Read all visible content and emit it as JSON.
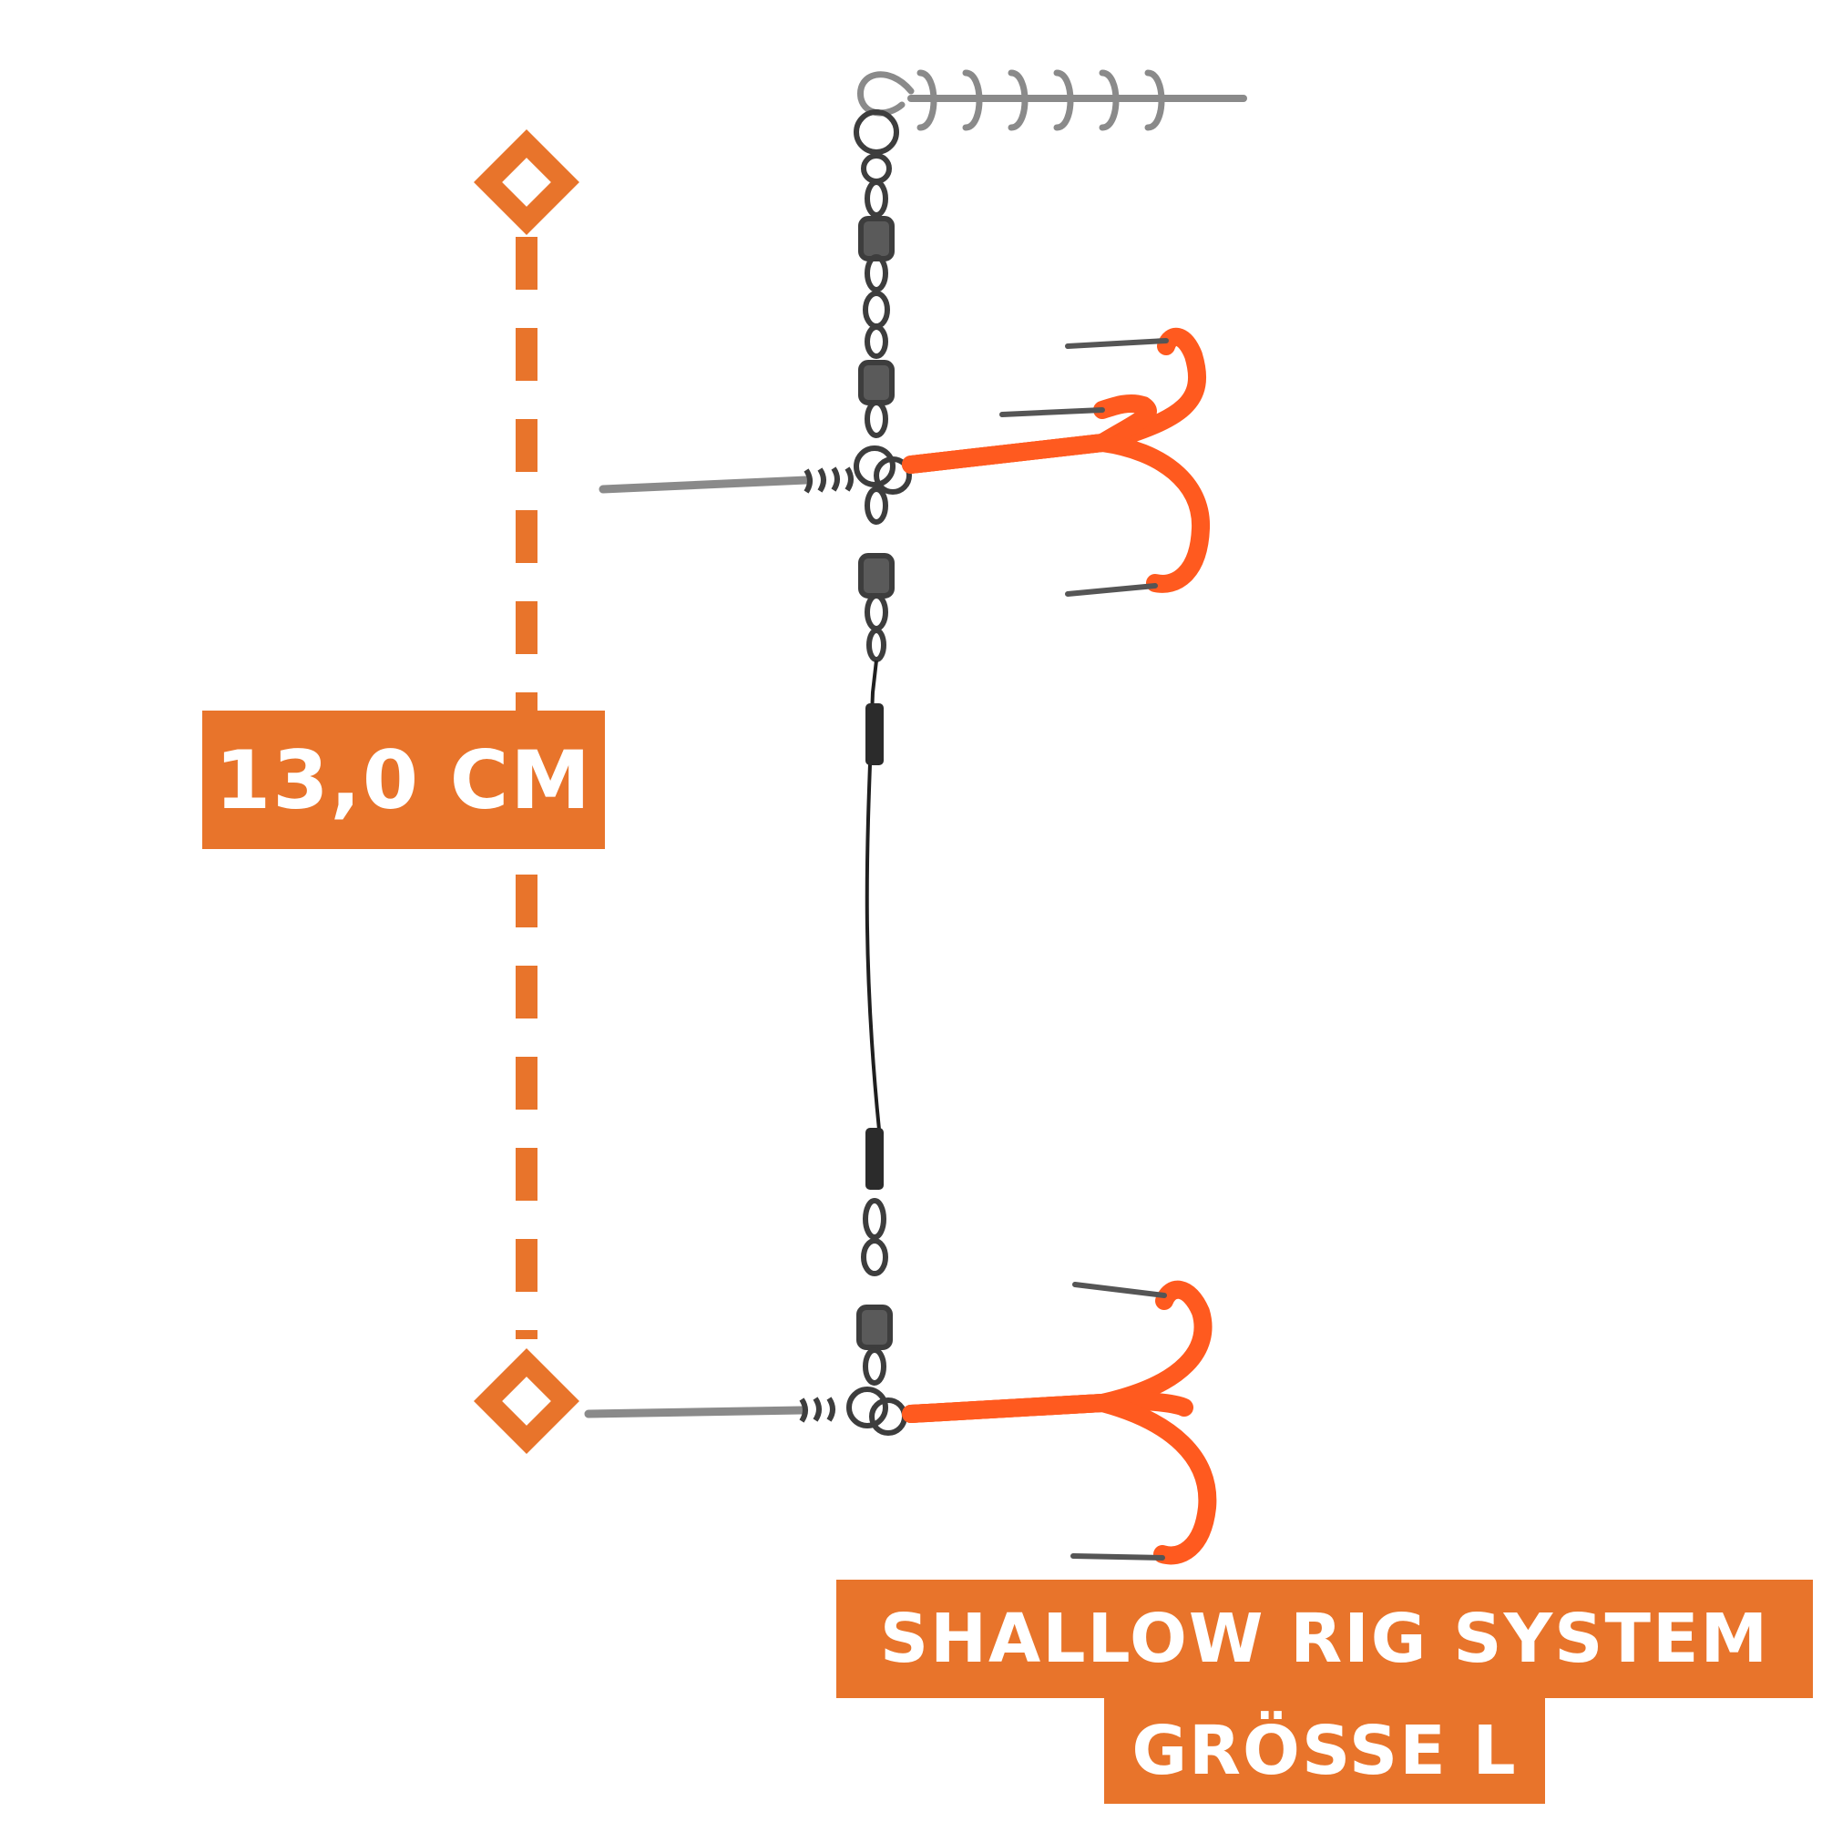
{
  "measurement": {
    "label": "13,0 CM"
  },
  "product": {
    "line1": "SHALLOW RIG SYSTEM",
    "line2": "GRÖSSE L"
  },
  "colors": {
    "accent": "#E8742B",
    "hook": "#FF5A1F",
    "metal": "#4a4a4a",
    "background": "#ffffff"
  },
  "icons": {
    "top_marker": "diamond-marker-icon",
    "bottom_marker": "diamond-marker-icon"
  }
}
